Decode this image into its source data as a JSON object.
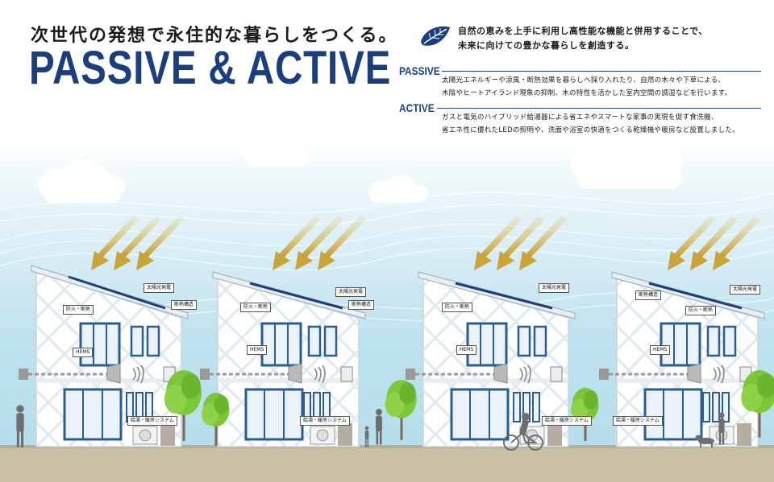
{
  "header": {
    "headline": "次世代の発想で永住的な暮らしをつくる。",
    "title": "PASSIVE & ACTIVE"
  },
  "intro": {
    "line1": "自然の恵みを上手に利用し高性能な機能と併用することで、",
    "line2": "未来に向けての豊かな暮らしを創造する。"
  },
  "passive": {
    "label": "PASSIVE",
    "line1": "太陽光エネルギーや涼風・断熱効果を暮らしへ採り入れたり、自然の木々や下草による、",
    "line2": "木陰やヒートアイランド現象の抑制、木の特性を活かした室内空間の調湿などを行います。"
  },
  "active": {
    "label": "ACTIVE",
    "line1": "ガスと電気のハイブリッド給湯器による省エネやスマートな家事の実現を促す食洗機、",
    "line2": "省エネ性に優れたLEDの照明や、洗面や浴室の快適をつくる乾燥機や暖房など設置しました。"
  },
  "labels": {
    "solar": "太陽光発電",
    "insulation": "断熱構造",
    "fire": "防火・断熱",
    "hems": "HEMS",
    "system": "給湯・暖房システム"
  },
  "colors": {
    "navy": "#1b3f7d",
    "arrow": "#c9a43a",
    "window": "#2b5d92",
    "tree": "#7cc63a"
  }
}
